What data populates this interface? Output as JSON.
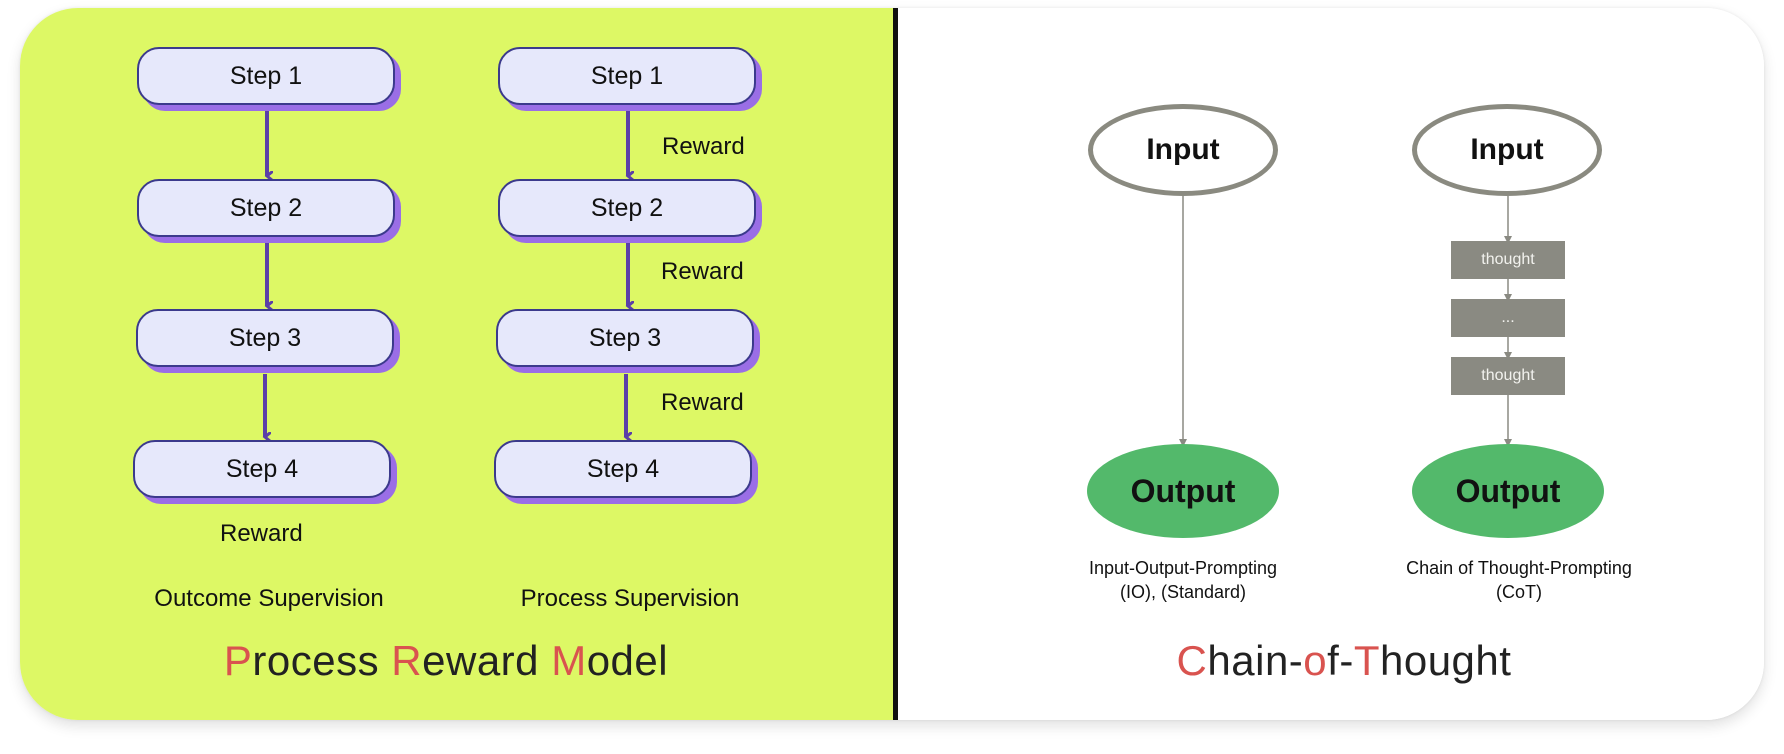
{
  "left": {
    "outcome": {
      "steps": [
        "Step 1",
        "Step 2",
        "Step 3",
        "Step 4"
      ],
      "reward": "Reward",
      "caption": "Outcome Supervision"
    },
    "process": {
      "steps": [
        "Step 1",
        "Step 2",
        "Step 3",
        "Step 4"
      ],
      "rewards": [
        "Reward",
        "Reward",
        "Reward"
      ],
      "caption": "Process Supervision"
    },
    "title": {
      "p1": "P",
      "p2": "rocess ",
      "p3": "R",
      "p4": "eward ",
      "p5": "M",
      "p6": "odel"
    }
  },
  "right": {
    "io": {
      "input": "Input",
      "output": "Output",
      "caption_line1": "Input-Output-Prompting",
      "caption_line2": "(IO), (Standard)"
    },
    "cot": {
      "input": "Input",
      "thoughts": [
        "thought",
        "...",
        "thought"
      ],
      "output": "Output",
      "caption_line1": "Chain of Thought-Prompting",
      "caption_line2": "(CoT)"
    },
    "title": {
      "p1": "C",
      "p2": "hain-",
      "p3": "o",
      "p4": "f-",
      "p5": "T",
      "p6": "hought"
    }
  },
  "colors": {
    "left_bg": "#ddf865",
    "step_fill": "#e6e8fb",
    "step_shadow": "#9a6ee6",
    "arrow": "#5b3fa8",
    "output_green": "#53b96b",
    "thought_gray": "#8a8a82",
    "title_highlight": "#d9534f"
  }
}
